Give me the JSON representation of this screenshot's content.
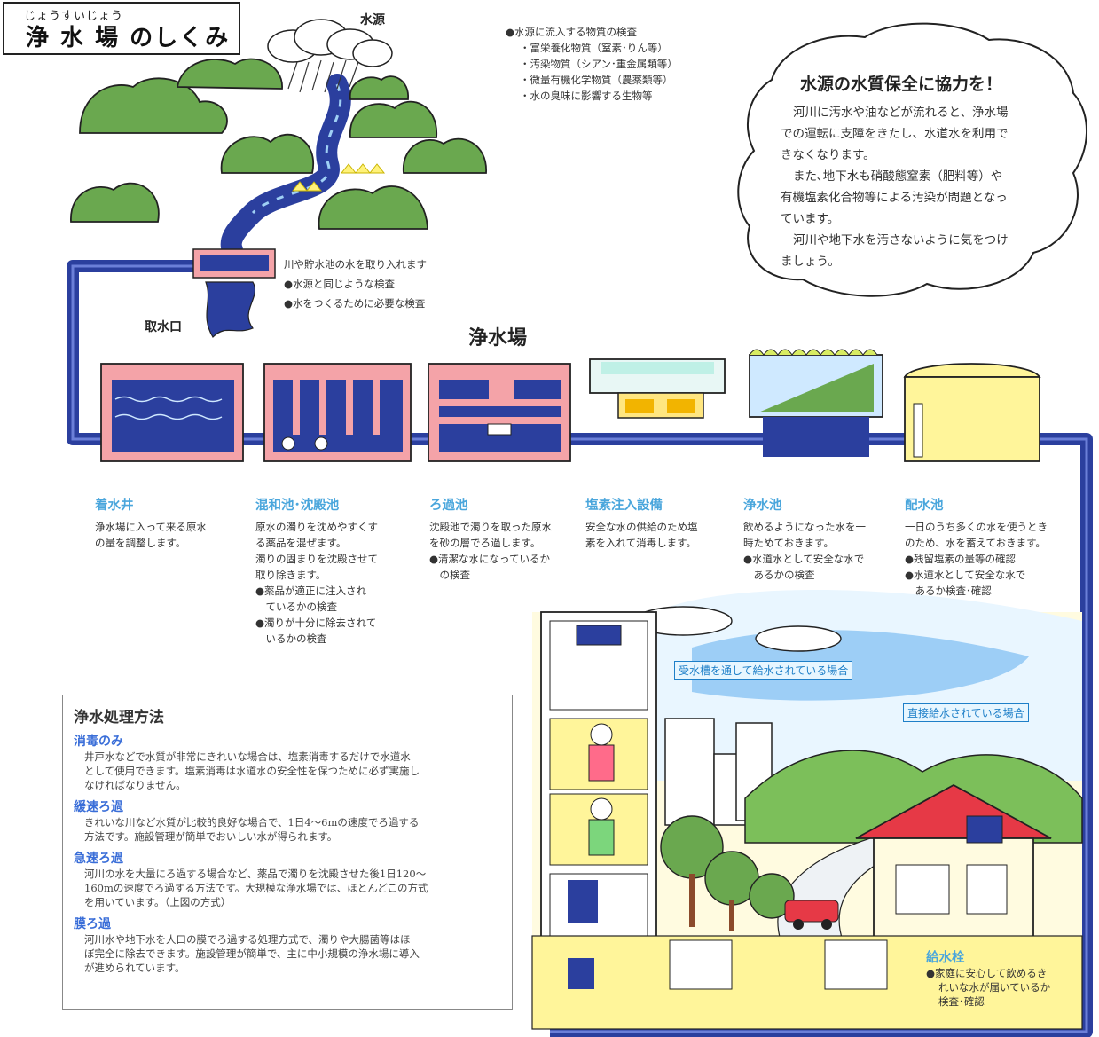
{
  "title": {
    "ruby": "じょうすいじょう",
    "main": "浄 水 場 のしくみ"
  },
  "labels": {
    "source": "水源",
    "intake": "取水口",
    "plant": "浄水場"
  },
  "source_inspection": {
    "heading": "●水源に流入する物質の検査",
    "items": [
      "・富栄養化物質（窒素･りん等）",
      "・汚染物質（シアン･重金属類等）",
      "・微量有機化学物質（農薬類等）",
      "・水の臭味に影響する生物等"
    ]
  },
  "intake_notes": [
    "川や貯水池の水を取り入れます",
    "●水源と同じような検査",
    "●水をつくるために必要な検査"
  ],
  "bubble": {
    "title": "水源の水質保全に協力を！",
    "lines": [
      "河川に汚水や油などが流れると、浄水場",
      "での運転に支障をきたし、水道水を利用で",
      "きなくなります。",
      "また､地下水も硝酸態窒素（肥料等）や",
      "有機塩素化合物等による汚染が問題となっ",
      "ています。",
      "河川や地下水を汚さないように気をつけ",
      "ましょう。"
    ]
  },
  "stages": [
    {
      "name": "着水井",
      "lines": [
        "浄水場に入って来る原水",
        "の量を調整します。"
      ]
    },
    {
      "name": "混和池･沈殿池",
      "lines": [
        "原水の濁りを沈めやすくす",
        "る薬品を混ぜます。",
        "濁りの固まりを沈殿させて",
        "取り除きます。",
        "●薬品が適正に注入され",
        "　ているかの検査",
        "●濁りが十分に除去されて",
        "　いるかの検査"
      ]
    },
    {
      "name": "ろ過池",
      "lines": [
        "沈殿池で濁りを取った原水",
        "を砂の層でろ過します。",
        "●清潔な水になっているか",
        "　の検査"
      ]
    },
    {
      "name": "塩素注入設備",
      "lines": [
        "安全な水の供給のため塩",
        "素を入れて消毒します。"
      ]
    },
    {
      "name": "浄水池",
      "lines": [
        "飲めるようになった水を一",
        "時ためておきます。",
        "●水道水として安全な水で",
        "　あるかの検査"
      ]
    },
    {
      "name": "配水池",
      "lines": [
        "一日のうち多くの水を使うとき",
        "のため、水を蓄えておきます。",
        "●残留塩素の量等の確認",
        "●水道水として安全な水で",
        "　あるか検査･確認"
      ]
    }
  ],
  "city": {
    "tank_label": "受水槽を通して給水されている場合",
    "direct_label": "直接給水されている場合",
    "faucet": {
      "name": "給水栓",
      "lines": [
        "●家庭に安心して飲めるき",
        "れいな水が届いているか",
        "検査･確認"
      ]
    }
  },
  "methods": {
    "title": "浄水処理方法",
    "items": [
      {
        "name": "消毒のみ",
        "lines": [
          "井戸水などで水質が非常にきれいな場合は、塩素消毒するだけで水道水",
          "として使用できます。塩素消毒は水道水の安全性を保つために必ず実施し",
          "なければなりません。"
        ]
      },
      {
        "name": "緩速ろ過",
        "lines": [
          "きれいな川など水質が比較的良好な場合で、1日4～6mの速度でろ過する",
          "方法です。施設管理が簡単でおいしい水が得られます。"
        ]
      },
      {
        "name": "急速ろ過",
        "lines": [
          "河川の水を大量にろ過する場合など、薬品で濁りを沈殿させた後1日120～",
          "160mの速度でろ過する方法です。大規模な浄水場では、ほとんどこの方式",
          "を用いています。（上図の方式）"
        ]
      },
      {
        "name": "膜ろ過",
        "lines": [
          "河川水や地下水を人口の膜でろ過する処理方式で、濁りや大腸菌等はほ",
          "ぼ完全に除去できます。施設管理が簡単で、主に中小規模の浄水場に導入",
          "が進められています。"
        ]
      }
    ]
  },
  "colors": {
    "water": "#2b3f9e",
    "accent": "#4aa6dc",
    "tree": "#6aa84f",
    "pink": "#f4a3a8",
    "yellow": "#fff59a"
  }
}
